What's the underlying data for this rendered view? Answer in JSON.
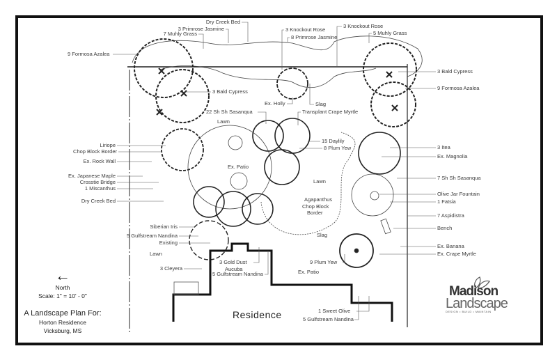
{
  "labels": [
    "Dry Creek Bed",
    "3 Primrose Jasmine",
    "7 Muhly Grass",
    "9 Formosa Azalea",
    "3 Bald Cypress",
    "22 Sh Sh Sasanqua",
    "Lawn",
    "Ex. Holly",
    "3 Knockout Rose",
    "8 Primrose Jasmine",
    "3 Knockout Rose",
    "5 Muhly Grass",
    "3 Bald Cypress",
    "9 Formosa Azalea",
    "Slag",
    "Transplant Crape Myrtle",
    "15 Daylily",
    "8 Plum Yew",
    "Lawn",
    "Liriope",
    "Chop Block Border",
    "Ex. Rock Wall",
    "Ex. Japanese Maple",
    "Crosstie Bridge",
    "1 Miscanthus",
    "Dry Creek Bed",
    "Ex. Patio",
    "3 Itea",
    "Ex. Magnolia",
    "7 Sh Sh Sasanqua",
    "Olive Jar Fountain",
    "1 Fatsia",
    "7 Aspidistra",
    "Bench",
    "Ex. Banana",
    "Ex. Crape Myrtle",
    "Agapanthus",
    "Chop Block",
    "Border",
    "Siberian Iris",
    "5 Gulfstream Nandina",
    "Existing",
    "Lawn",
    "3 Cleyera",
    "3 Gold Dust",
    "Aucuba",
    "5 Gulfstream Nandina",
    "Slag",
    "9 Plum Yew",
    "Ex. Patio",
    "1 Sweet Olive",
    "5 Gulfstream Nandina"
  ],
  "title_block": {
    "north_arrow": "←",
    "north": "North",
    "scale": "Scale: 1\" = 10' - 0\"",
    "title": "A Landscape Plan For:",
    "client": "Horton Residence",
    "location": "Vicksburg, MS"
  },
  "residence": "Residence",
  "logo": {
    "line1": "Madison",
    "line2": "Landscape",
    "tagline": "DESIGN • BUILD • MAINTAIN"
  }
}
